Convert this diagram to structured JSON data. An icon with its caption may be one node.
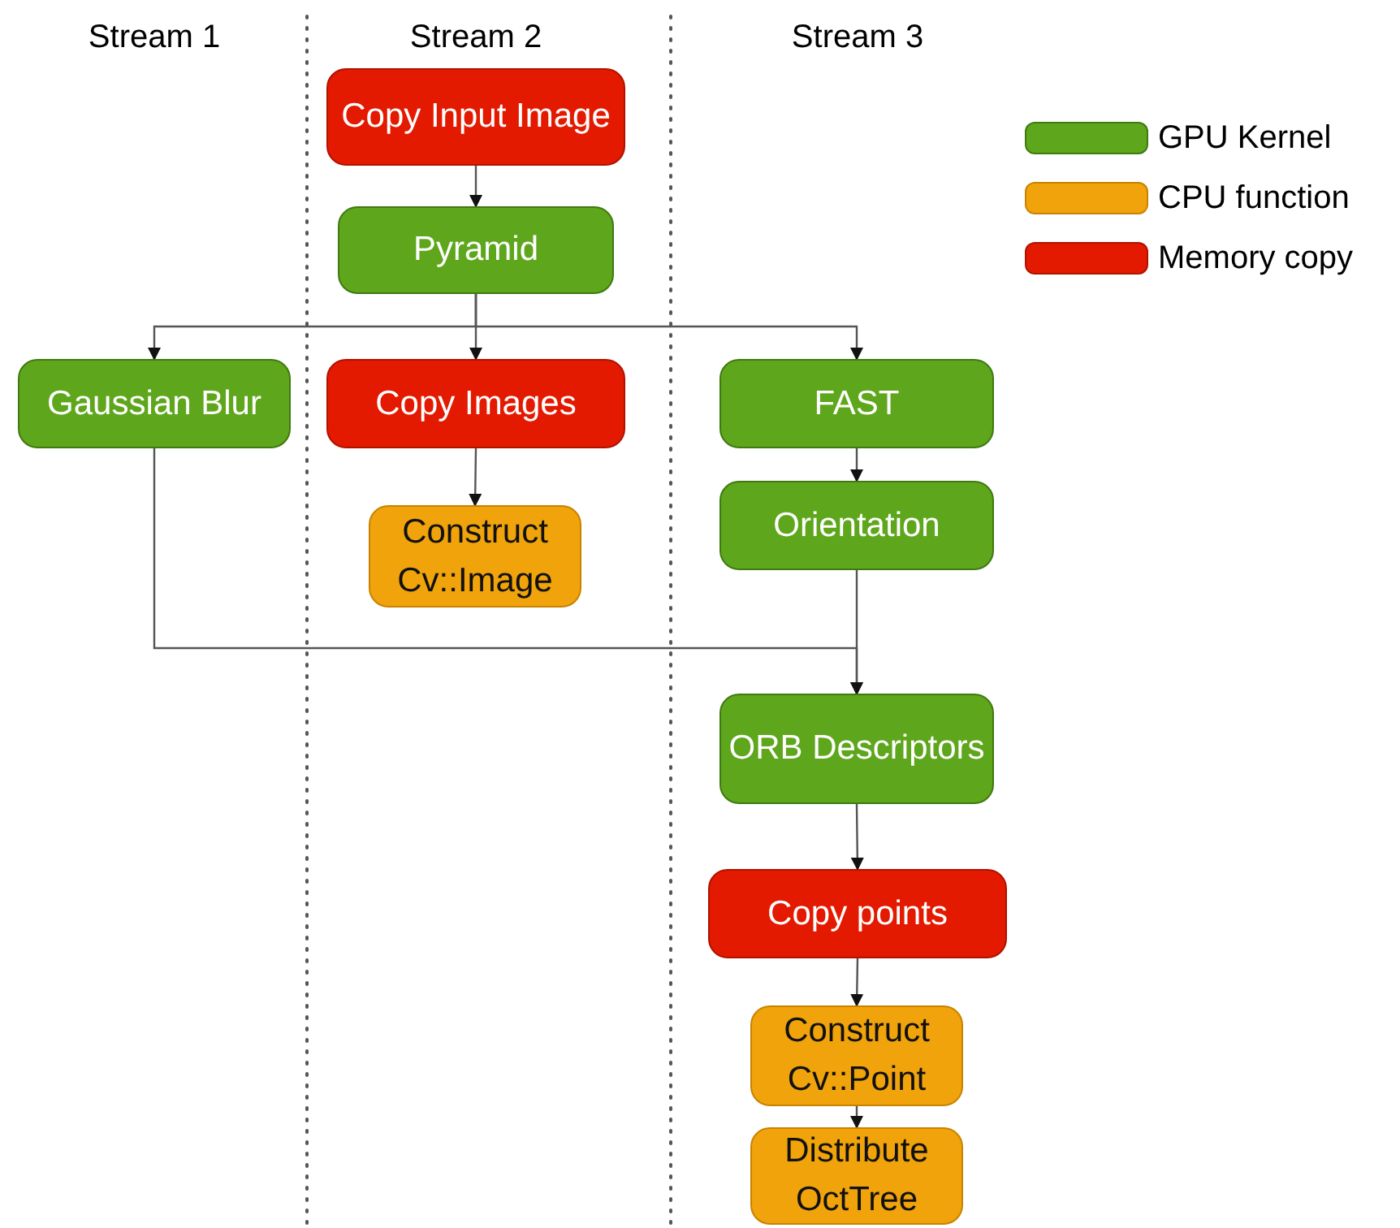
{
  "diagram": {
    "nodes": [
      {
        "text": [
          "Copy Input Image"
        ]
      },
      {
        "text": [
          "Pyramid"
        ]
      },
      {
        "text": [
          "Gaussian Blur"
        ]
      },
      {
        "text": [
          "Copy Images"
        ]
      },
      {
        "text": [
          "Construct Cv::Image"
        ]
      },
      {
        "text": [
          "FAST"
        ]
      },
      {
        "text": [
          "Orientation"
        ]
      },
      {
        "text": [
          "ORB Descriptors"
        ]
      },
      {
        "text": [
          "Copy points"
        ]
      },
      {
        "text": [
          "Construct Cv::Point"
        ]
      },
      {
        "text": [
          "Distribute OctTree"
        ]
      }
    ],
    "edges": [
      {
        "from": 0,
        "to": 1,
        "arrow": "to"
      },
      {
        "from": 1,
        "to": 2,
        "arrow": "to"
      },
      {
        "from": 1,
        "to": 3,
        "arrow": "to"
      },
      {
        "from": 1,
        "to": 5,
        "arrow": "to"
      },
      {
        "from": 3,
        "to": 4,
        "arrow": "to"
      },
      {
        "from": 5,
        "to": 6,
        "arrow": "to"
      },
      {
        "from": 2,
        "to": 7,
        "arrow": "to"
      },
      {
        "from": 6,
        "to": 7,
        "arrow": "to"
      },
      {
        "from": 7,
        "to": 8,
        "arrow": "to"
      },
      {
        "from": 8,
        "to": 9,
        "arrow": "to"
      },
      {
        "from": 9,
        "to": 10,
        "arrow": "to"
      }
    ],
    "labels": [
      "Stream 1",
      "Stream 2",
      "Stream 3"
    ],
    "legend": [
      {
        "text": "GPU Kernel",
        "color": "#5ea61b"
      },
      {
        "text": "CPU function",
        "color": "#f0a30a"
      },
      {
        "text": "Memory copy",
        "color": "#e31a00"
      }
    ]
  }
}
